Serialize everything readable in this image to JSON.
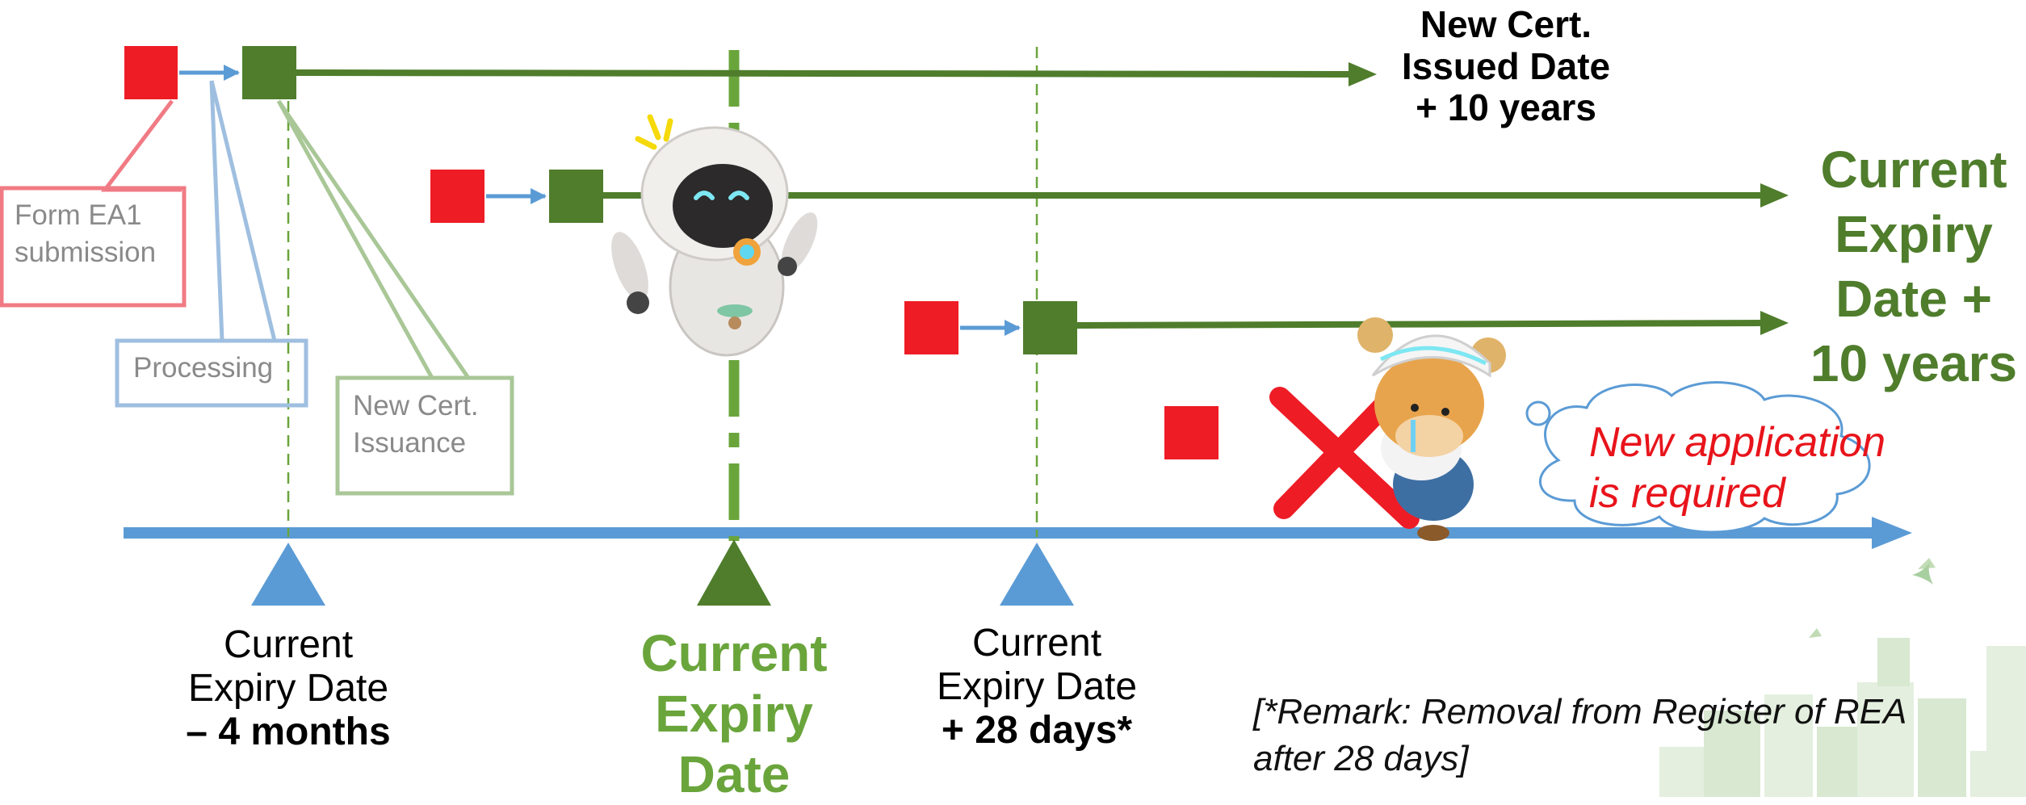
{
  "colors": {
    "red": "#ee1c25",
    "green": "#4f7d2c",
    "blue": "#5b9bd5",
    "light_green": "#6aa53c",
    "callout_red": "#f07b84",
    "callout_blue": "#9fbfe0",
    "callout_green": "#a9c797",
    "cloud_text": "#e8141b"
  },
  "callouts": {
    "form_ea1": {
      "line1": "Form EA1",
      "line2": "submission"
    },
    "processing": "Processing",
    "new_cert_issuance": {
      "line1": "New Cert.",
      "line2": "Issuance"
    }
  },
  "top_label": {
    "line1": "New Cert.",
    "line2": "Issued Date",
    "line3": "+ 10 years"
  },
  "right_label": {
    "line1": "Current",
    "line2": "Expiry",
    "line3": "Date +",
    "line4": "10 years"
  },
  "markers": {
    "minus_4_months": {
      "line1": "Current",
      "line2": "Expiry Date",
      "line3": "– 4 months"
    },
    "expiry": {
      "line1": "Current",
      "line2": "Expiry",
      "line3": "Date"
    },
    "plus_28_days": {
      "line1": "Current",
      "line2": "Expiry Date",
      "line3": "+ 28 days*"
    }
  },
  "cloud": {
    "line1": "New application",
    "line2": "is required"
  },
  "remark": {
    "line1": "[*Remark: Removal from Register of REA",
    "line2": "after 28 days]"
  },
  "illustrations": {
    "robot": "robot-mascot",
    "bear": "bear-mascot-crying",
    "skyline": "city-skyline"
  }
}
